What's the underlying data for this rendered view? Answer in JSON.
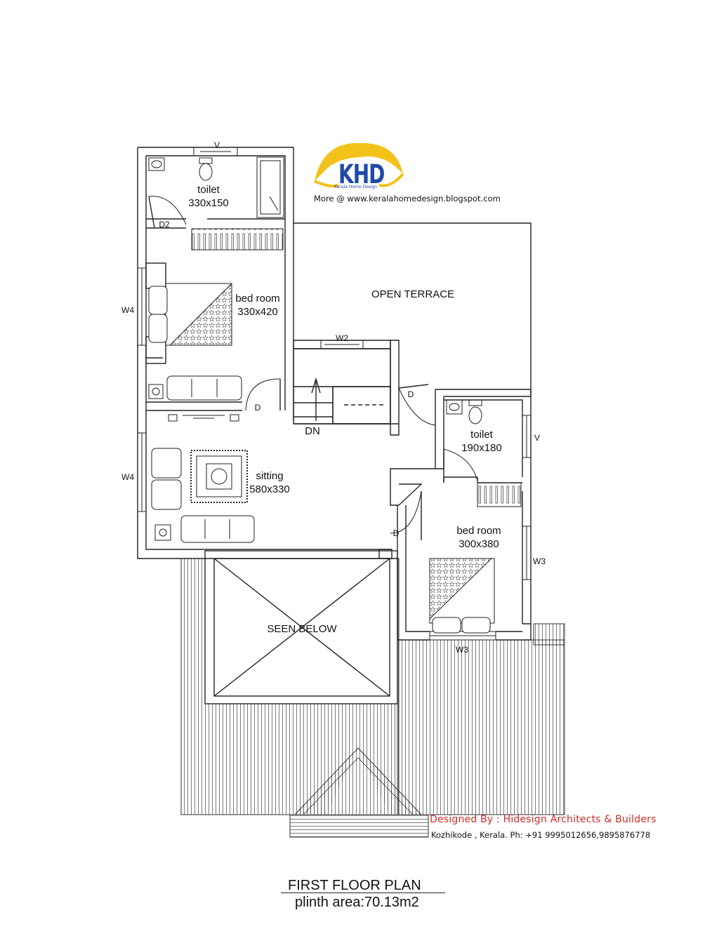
{
  "brand": {
    "logo_letters": "KHD",
    "logo_subtitle": "Kerala Home Design",
    "blog_text": "More @ www.keralahomedesign.blogspot.com",
    "colors": {
      "logo_blue": "#1f4aa8",
      "logo_gold": "#f3c21a",
      "credit_red": "#d42a2a"
    }
  },
  "rooms": {
    "toilet_top": {
      "name": "toilet",
      "size": "330x150"
    },
    "bedroom_left": {
      "name": "bed room",
      "size": "330x420"
    },
    "open_terrace": {
      "name": "OPEN TERRACE"
    },
    "sitting": {
      "name": "sitting",
      "size": "580x330"
    },
    "toilet_right": {
      "name": "toilet",
      "size": "190x180"
    },
    "bedroom_right": {
      "name": "bed room",
      "size": "300x380"
    },
    "seen_below": {
      "name": "SEEN BELOW"
    },
    "stair": {
      "name": "DN"
    }
  },
  "tags": {
    "v_top": "V",
    "d2": "D2",
    "w4_upper": "W4",
    "w4_lower": "W4",
    "w2": "W2",
    "d_left": "D",
    "d_stair": "D",
    "d_lower": "D",
    "v_right": "V",
    "w3_right": "W3",
    "w3_bottom": "W3"
  },
  "credits": {
    "designed_by": "Designed By : Hidesign Architects & Builders",
    "contact": "Kozhikode , Kerala.  Ph: +91 9995012656,9895876778"
  },
  "footer": {
    "title": "FIRST FLOOR PLAN",
    "subtitle": "plinth area:70.13m2"
  }
}
